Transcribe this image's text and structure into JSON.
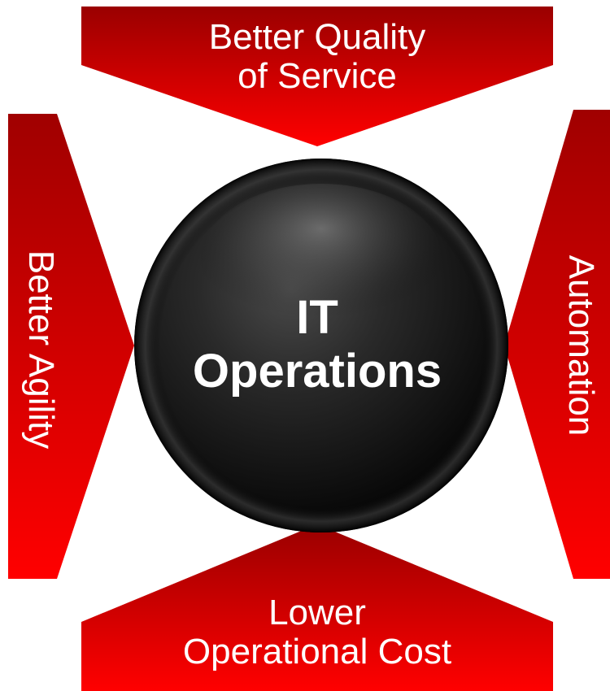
{
  "diagram": {
    "center": {
      "lines": [
        "IT",
        "Operations"
      ],
      "color": "#0b0b0b"
    },
    "top": {
      "lines": [
        "Better Quality",
        "of Service"
      ]
    },
    "bottom": {
      "lines": [
        "Lower",
        "Operational Cost"
      ]
    },
    "left": {
      "text": "Better Agility"
    },
    "right": {
      "text": "Automation"
    },
    "colors": {
      "red_dark": "#9a0000",
      "red_bright": "#ff0000",
      "text": "#ffffff"
    }
  }
}
